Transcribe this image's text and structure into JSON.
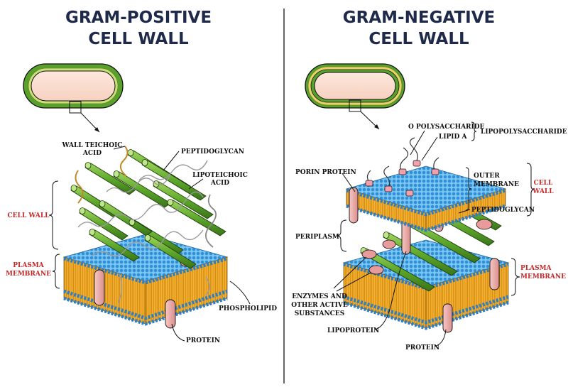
{
  "left": {
    "title_line1": "GRAM-POSITIVE",
    "title_line2": "CELL WALL",
    "labels": {
      "wall_teichoic_1": "WALL TEICHOIC",
      "wall_teichoic_2": "ACID",
      "peptidoglycan": "PEPTIDOGLYCAN",
      "lipoteichoic_1": "LIPOTEICHOIC",
      "lipoteichoic_2": "ACID",
      "cell_wall": "CELL WALL",
      "plasma_1": "PLASMA",
      "plasma_2": "MEMBRANE",
      "phospholipid": "PHOSPHOLIPID",
      "protein": "PROTEIN"
    }
  },
  "right": {
    "title_line1": "GRAM-NEGATIVE",
    "title_line2": "CELL WALL",
    "labels": {
      "o_polysaccharide": "O POLYSACCHARIDE",
      "lipid_a": "LIPID A",
      "lipopolysaccharide": "LIPOPOLYSACCHARIDE",
      "porin_protein": "PORIN PROTEIN",
      "outer_1": "OUTER",
      "outer_2": "MEMBRANE",
      "cell_1": "CELL",
      "cell_2": "WALL",
      "peptidoglycan": "PEPTIDOGLYCAN",
      "periplasm": "PERIPLASM",
      "plasma_1": "PLASMA",
      "plasma_2": "MEMBRANE",
      "enzymes_1": "ENZYMES AND",
      "enzymes_2": "OTHER ACTIVE",
      "enzymes_3": "SUBSTANCES",
      "lipoprotein": "LIPOPROTEIN",
      "protein": "PROTEIN"
    }
  },
  "colors": {
    "title": "#1f2a4a",
    "red_label": "#c62828",
    "membrane_orange": "#f2a31c",
    "membrane_blue": "#3aa0e0",
    "peptidoglycan_green": "#5a9e2b",
    "protein_pink": "#f0b2b2"
  }
}
